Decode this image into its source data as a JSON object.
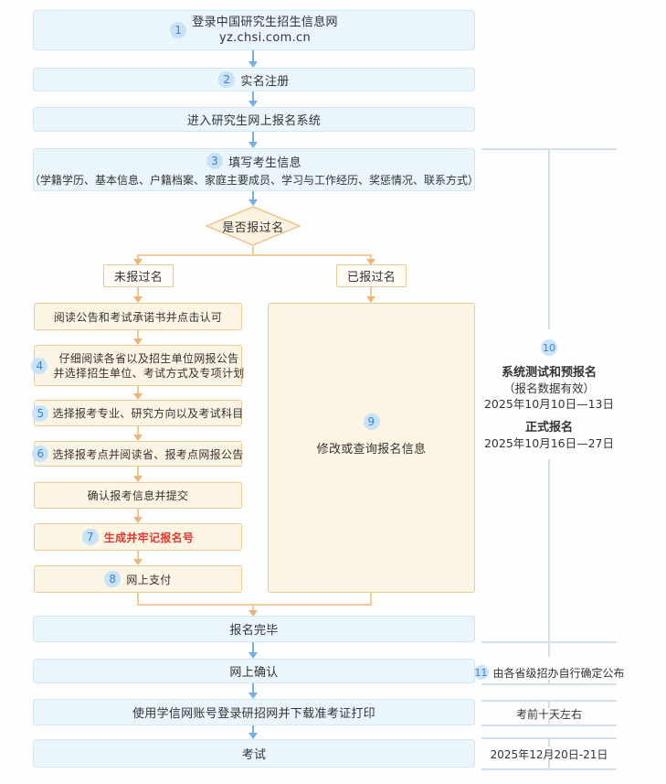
{
  "flow": {
    "step1": {
      "num": "1",
      "line1": "登录中国研究生招生信息网",
      "line2": "yz.chsi.com.cn"
    },
    "step2": {
      "num": "2",
      "label": "实名注册"
    },
    "enter": {
      "label": "进入研究生网上报名系统"
    },
    "step3": {
      "num": "3",
      "title": "填写考生信息",
      "detail": "（学籍学历、基本信息、户籍档案、家庭主要成员、学习与工作经历、奖惩情况、联系方式）"
    },
    "decision": {
      "label": "是否报过名"
    },
    "branch_no": {
      "label": "未报过名"
    },
    "branch_yes": {
      "label": "已报过名"
    },
    "read_notice": {
      "label": "阅读公告和考试承诺书并点击认可"
    },
    "step4": {
      "num": "4",
      "line1": "仔细阅读各省以及招生单位网报公告",
      "line2": "并选择招生单位、考试方式及专项计划"
    },
    "step5": {
      "num": "5",
      "label": "选择报考专业、研究方向以及考试科目"
    },
    "step6": {
      "num": "6",
      "label": "选择报考点并阅读省、报考点网报公告"
    },
    "confirm": {
      "label": "确认报考信息并提交"
    },
    "step7": {
      "num": "7",
      "label": "生成并牢记报名号"
    },
    "step8": {
      "num": "8",
      "label": "网上支付"
    },
    "step9": {
      "num": "9",
      "label": "修改或查询报名信息"
    },
    "complete": {
      "label": "报名完毕"
    },
    "online_confirm": {
      "label": "网上确认"
    },
    "download_ticket": {
      "label": "使用学信网账号登录研招网并下载准考证打印"
    },
    "exam": {
      "label": "考试"
    }
  },
  "annotations": {
    "step10": {
      "num": "10",
      "phase1_title": "系统测试和预报名",
      "phase1_note": "（报名数据有效）",
      "phase1_date": "2025年10月10日—13日",
      "phase2_title": "正式报名",
      "phase2_date": "2025年10月16日—27日"
    },
    "step11": {
      "num": "11",
      "label": "由各省级招办自行确定公布"
    },
    "download_note": {
      "label": "考前十天左右"
    },
    "exam_date": {
      "label": "2025年12月20日-21日"
    }
  },
  "colors": {
    "blue_box_fill": "#eaf5fc",
    "blue_box_border": "#d2e7f4",
    "blue_arrow": "#73afed",
    "number_circle_fill": "#c9e2f8",
    "number_circle_text": "#3a85d0",
    "cream_box_fill": "#fdf5e4",
    "cream_box_border": "#eecb95",
    "orange_line": "#f2cb98",
    "orange_arrow_head": "#efb277",
    "red_text": "#e2382d",
    "bracket_line": "#cfe2ec",
    "text": "#333333"
  }
}
